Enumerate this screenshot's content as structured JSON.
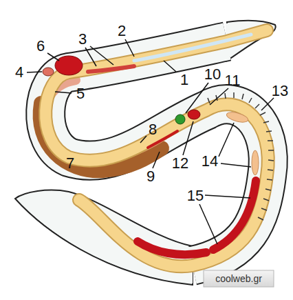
{
  "diagram": {
    "labels": [
      "6",
      "3",
      "2",
      "4",
      "5",
      "1",
      "10",
      "11",
      "13",
      "7",
      "8",
      "12",
      "14",
      "9",
      "15",
      "coolweb.gr"
    ]
  }
}
